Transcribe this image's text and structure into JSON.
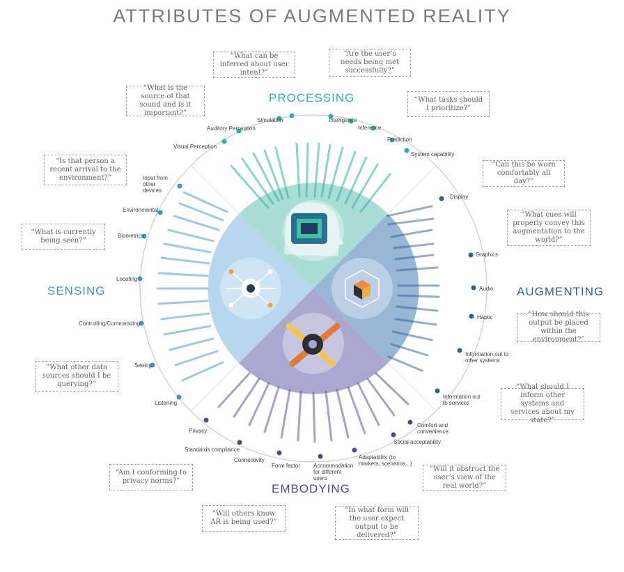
{
  "title": "ATTRIBUTES OF AUGMENTED REALITY",
  "sections": {
    "processing": "PROCESSING",
    "sensing": "SENSING",
    "augmenting": "AUGMENTING",
    "embodying": "EMBODYING"
  },
  "colors": {
    "processing": "#2bb2a8",
    "sensing": "#3c94c9",
    "augmenting": "#2f5f97",
    "embodying": "#4a4a8c",
    "q_processing": "#a9ddd6",
    "q_sensing": "#b7d7ee",
    "q_augmenting": "#98b6d6",
    "q_embodying": "#aaa8d0"
  },
  "icons": {
    "processing": "head-circuit-icon",
    "sensing": "eye-network-icon",
    "augmenting": "cube-3d-icon",
    "embodying": "tools-gear-icon"
  },
  "attributes": {
    "processing": [
      "Simulation",
      "Intelligence",
      "Inference",
      "Prediction",
      "System capability",
      "Auditory Perception",
      "Visual Perception"
    ],
    "augmenting": [
      "Display",
      "Graphics",
      "Audio",
      "Haptic",
      "Information out to other systems",
      "Information out to services"
    ],
    "embodying": [
      "Comfort and convenience",
      "Social acceptability",
      "Adaptability (to markets, scenarios...)",
      "Accommodation for different users",
      "Form factor",
      "Connectivity",
      "Standards compliance",
      "Privacy"
    ],
    "sensing": [
      "Input from other devices",
      "Environmental",
      "Biometrics",
      "Locating",
      "Controlling/Commanding",
      "Seeing",
      "Listening"
    ]
  },
  "questions": [
    "“What can be inferred about user intent?”",
    "“Are the user’s needs being met successfully?”",
    "“What is the source of that sound and is it important?”",
    "“What tasks should I prioritize?”",
    "“Is that person a recent arrival to the environment?”",
    "“Can this be worn comfortably all day?”",
    "“What is currently being seen?”",
    "“What cues will properly convey this augmentation to the world?”",
    "“How should this output be placed within the environment?”",
    "“What other data sources should I be querying?”",
    "“What should I inform other systems and services about my state?”",
    "“Am I conforming to privacy norms?”",
    "“Will it obstruct the user’s view of the real world?”",
    "“Will others know AR is being used?”",
    "“In what form will the user expect output to be delivered?”"
  ]
}
